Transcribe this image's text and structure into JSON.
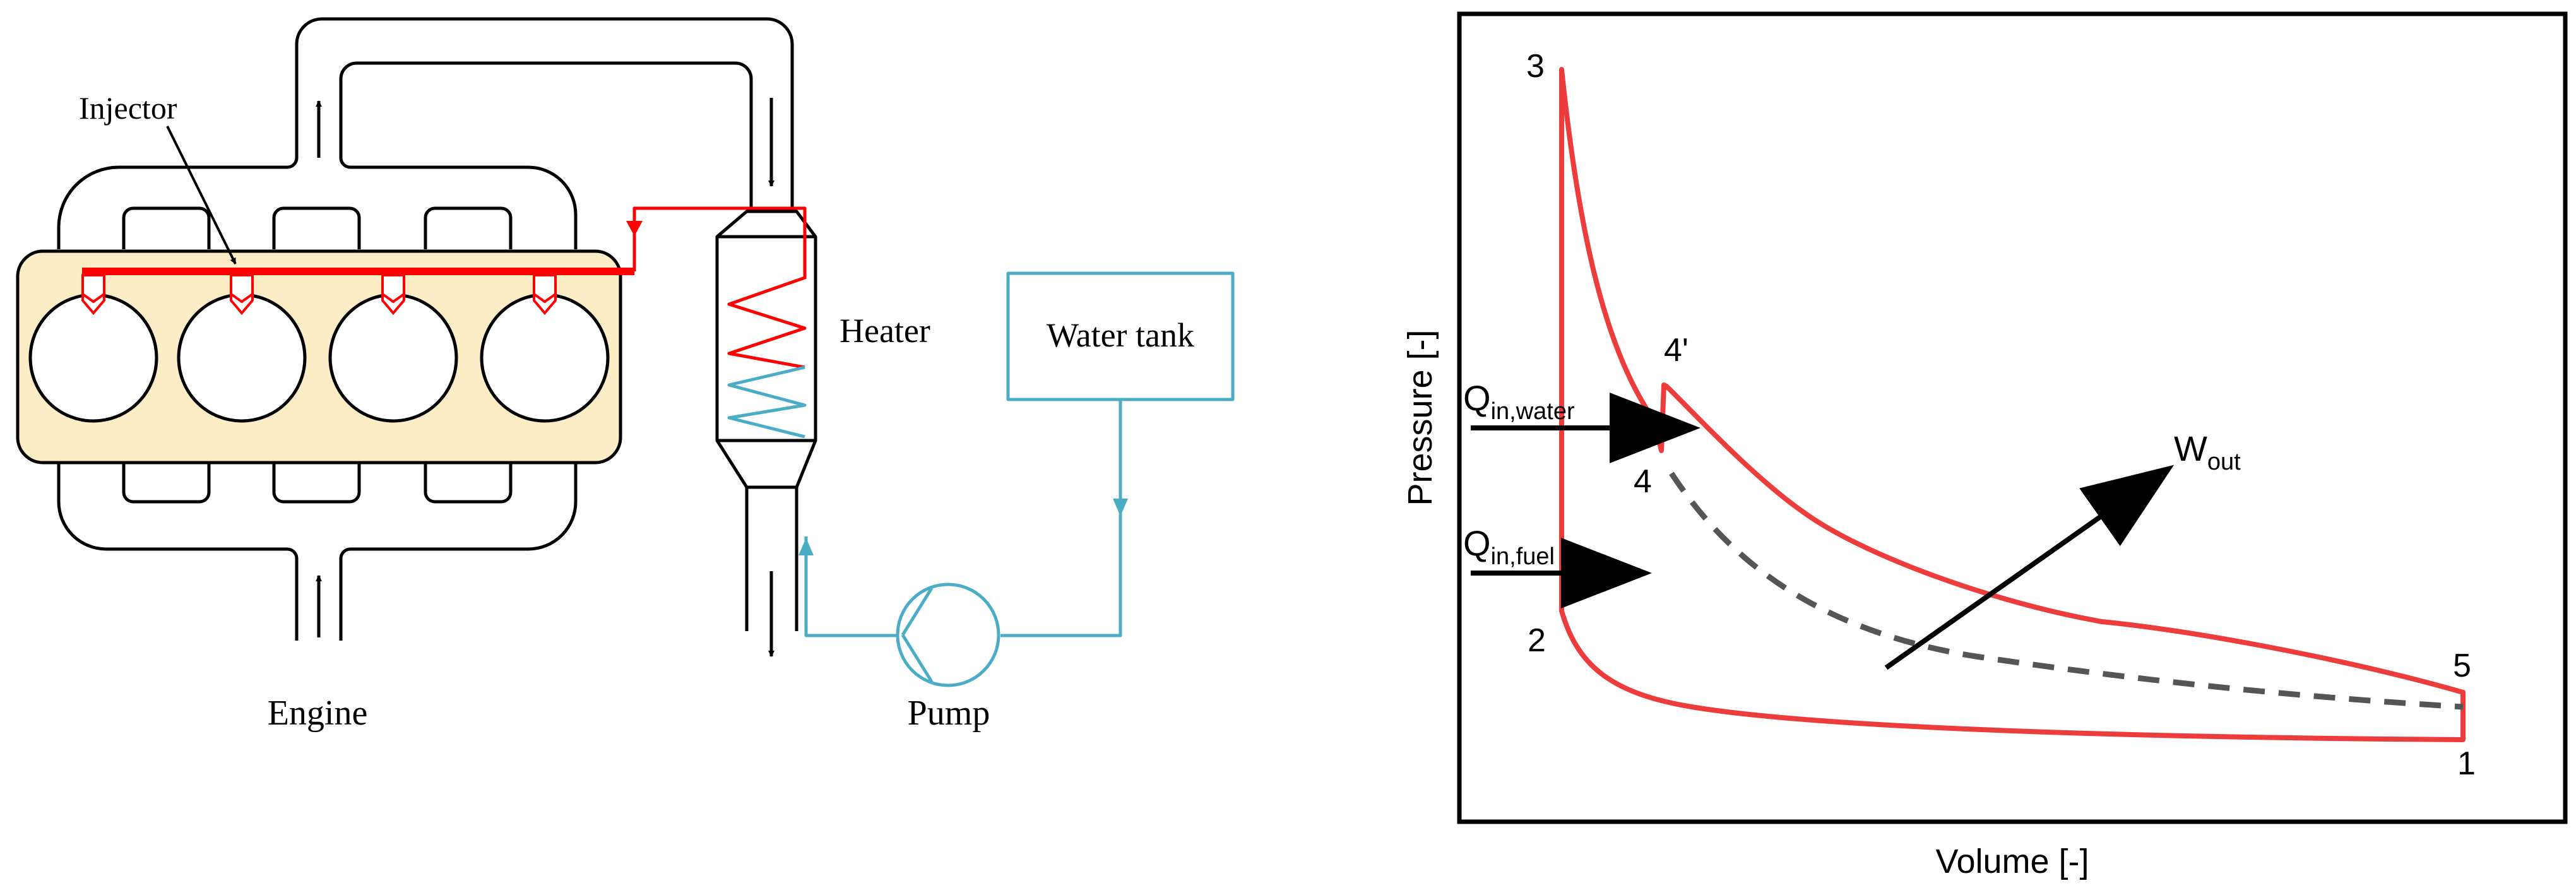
{
  "colors": {
    "engine_block": "#fdedc7",
    "fuel_line": "#ff0000",
    "water_line": "#4bacc6",
    "cycle_curve": "#ed3c3c",
    "expansion_dashed": "#555555",
    "outline": "#000000"
  },
  "schematic": {
    "engine_label": "Engine",
    "injector_label": "Injector",
    "heater_label": "Heater",
    "water_tank_label": "Water tank",
    "pump_label": "Pump"
  },
  "pv_diagram": {
    "ylabel": "Pressure [-]",
    "xlabel": "Volume [-]",
    "points": {
      "p1": "1",
      "p2": "2",
      "p3": "3",
      "p4": "4",
      "p4_prime": "4'",
      "p5": "5"
    },
    "q_fuel": {
      "main": "Q",
      "sub": "in,fuel"
    },
    "q_water": {
      "main": "Q",
      "sub": "in,water"
    },
    "work": {
      "main": "W",
      "sub": "out"
    }
  }
}
